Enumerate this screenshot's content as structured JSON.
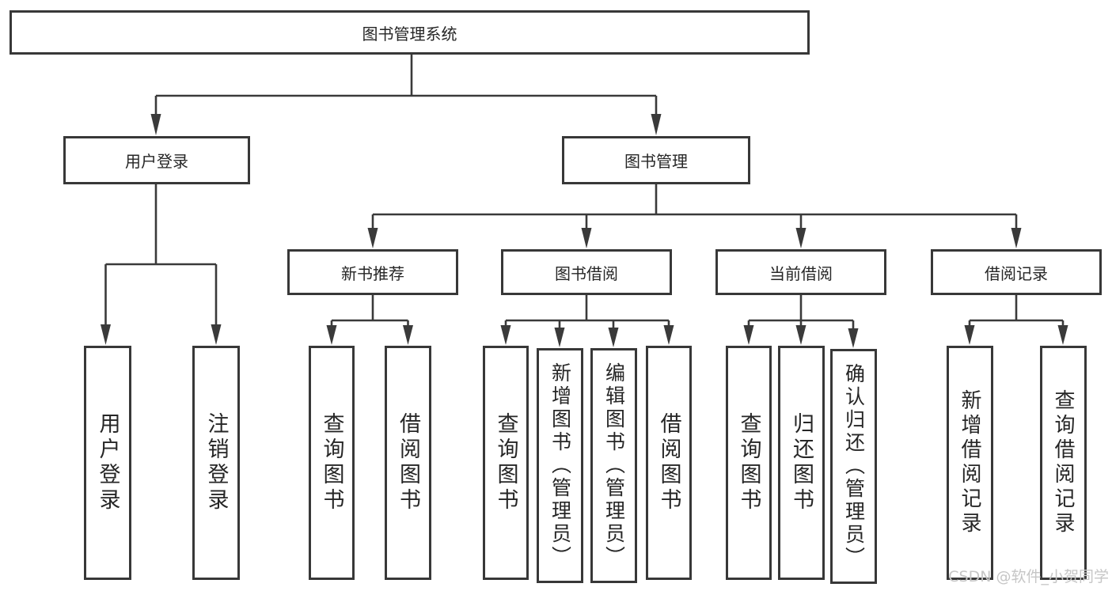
{
  "diagram": {
    "type": "hierarchy-tree",
    "tree": {
      "root": {
        "label": "图书管理系统"
      },
      "branches": [
        {
          "label": "用户登录",
          "children": [
            {
              "label": "用户登录"
            },
            {
              "label": "注销登录"
            }
          ]
        },
        {
          "label": "图书管理",
          "children": [
            {
              "label": "新书推荐",
              "children": [
                {
                  "label": "查询图书"
                },
                {
                  "label": "借阅图书"
                }
              ]
            },
            {
              "label": "图书借阅",
              "children": [
                {
                  "label": "查询图书"
                },
                {
                  "label": "新增图书（管理员）"
                },
                {
                  "label": "编辑图书（管理员）"
                },
                {
                  "label": "借阅图书"
                }
              ]
            },
            {
              "label": "当前借阅",
              "children": [
                {
                  "label": "查询图书"
                },
                {
                  "label": "归还图书"
                },
                {
                  "label": "确认归还（管理员）"
                }
              ]
            },
            {
              "label": "借阅记录",
              "children": [
                {
                  "label": "新增借阅记录"
                },
                {
                  "label": "查询借阅记录"
                }
              ]
            }
          ]
        }
      ]
    },
    "colors": {
      "line": "#3a3a3a",
      "box_border": "#383838",
      "text": "#262626",
      "background": "#ffffff",
      "watermark": "#c6c6c6"
    }
  },
  "watermark": "CSDN @软件_小贺同学"
}
